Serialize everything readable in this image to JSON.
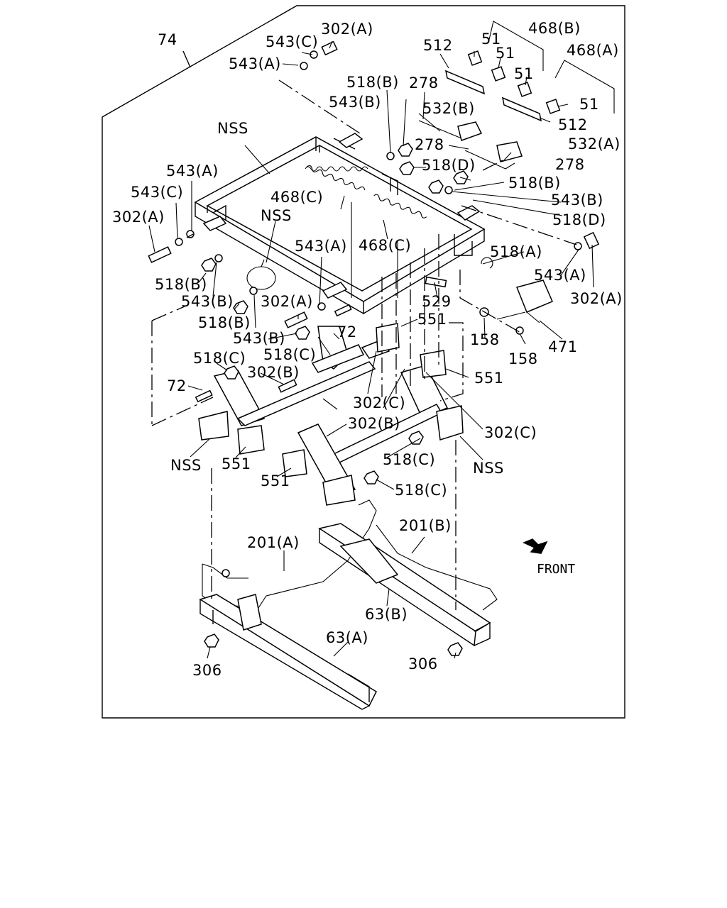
{
  "labels": {
    "l74": "74",
    "l302a_top": "302(A)",
    "l543c_top": "543(C)",
    "l543a_top": "543(A)",
    "l468b": "468(B)",
    "l468a": "468(A)",
    "l512_top": "512",
    "l51_1": "51",
    "l51_2": "51",
    "l51_3": "51",
    "l51_4": "51",
    "l512_r": "512",
    "l518b_top": "518(B)",
    "l278_top": "278",
    "l543b_top": "543(B)",
    "l532b": "532(B)",
    "l278_mid": "278",
    "l532a": "532(A)",
    "l518d_1": "518(D)",
    "l278_r": "278",
    "l518b_r": "518(B)",
    "l543b_r": "543(B)",
    "l518d_2": "518(D)",
    "l518a": "518(A)",
    "l543a_r": "543(A)",
    "l302a_r": "302(A)",
    "lnss_top": "NSS",
    "l543a_l": "543(A)",
    "l543c_l": "543(C)",
    "l302a_l": "302(A)",
    "lnss_mid": "NSS",
    "l468c_1": "468(C)",
    "l468c_2": "468(C)",
    "l543a_mid": "543(A)",
    "l518b_l": "518(B)",
    "l543b_l": "543(B)",
    "l518b_l2": "518(B)",
    "l302a_mid": "302(A)",
    "l543b_mid": "543(B)",
    "l72_mid": "72",
    "l518c_mid": "518(C)",
    "l529": "529",
    "l551_1": "551",
    "l158_1": "158",
    "l158_2": "158",
    "l471": "471",
    "l518c_l": "518(C)",
    "l302b_l": "302(B)",
    "l72_l": "72",
    "l551_2": "551",
    "l302c_1": "302(C)",
    "l302b_2": "302(B)",
    "l302c_2": "302(C)",
    "l518c_2": "518(C)",
    "lnss_l": "NSS",
    "l551_3": "551",
    "l551_4": "551",
    "lnss_r": "NSS",
    "l518c_3": "518(C)",
    "l201a": "201(A)",
    "l201b": "201(B)",
    "lfront": "FRONT",
    "l63b": "63(B)",
    "l63a": "63(A)",
    "l306_l": "306",
    "l306_r": "306"
  }
}
